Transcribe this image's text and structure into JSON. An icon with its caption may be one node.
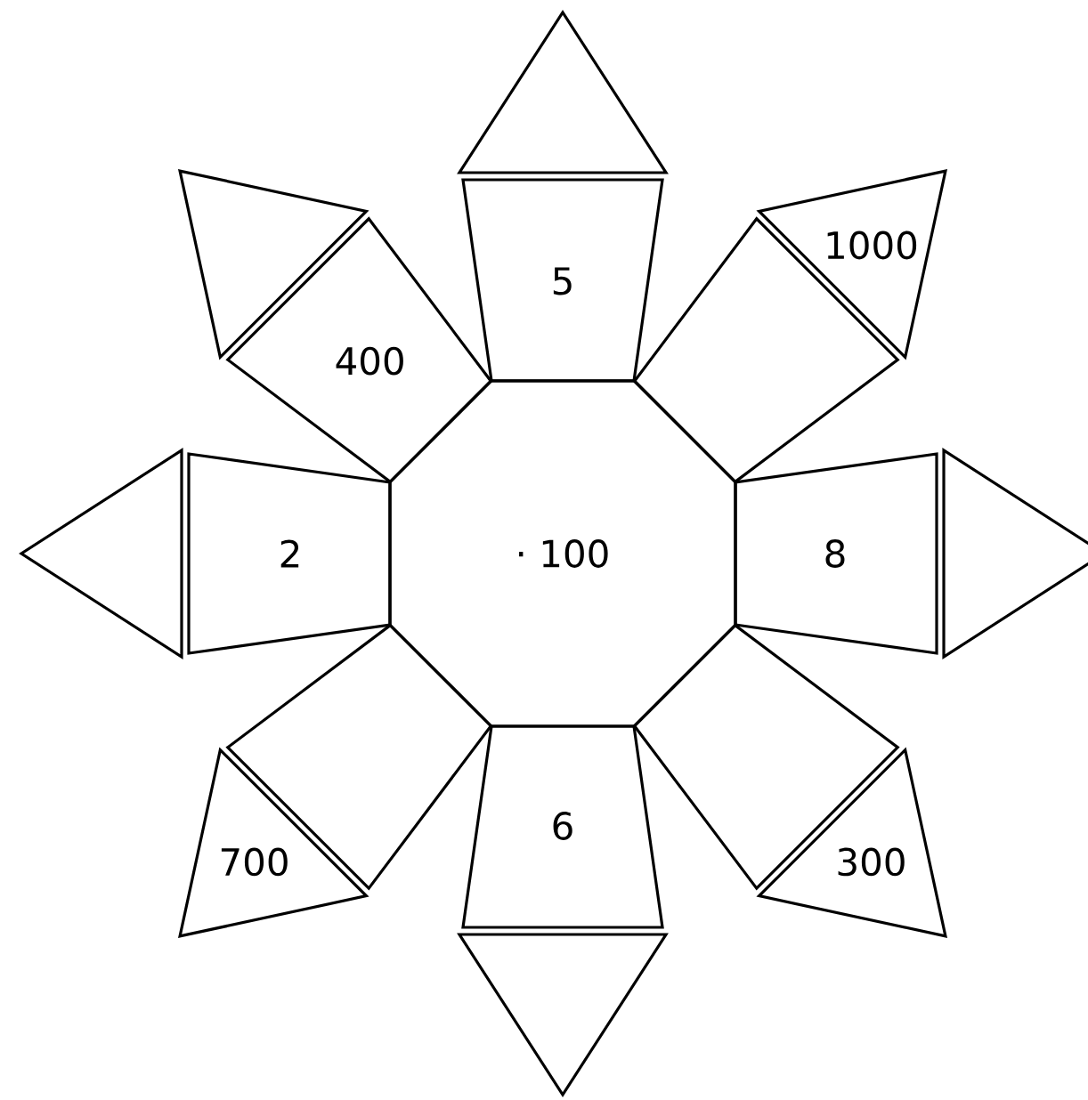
{
  "diagram": {
    "nodes": [
      {
        "text": [
          "· 100"
        ]
      },
      {
        "text": [
          "5"
        ]
      },
      {
        "text": [],
        "shape": "triangle"
      },
      {
        "text": [],
        "shape": "trapezoid"
      },
      {
        "text": [
          "1000"
        ]
      },
      {
        "text": [
          "8"
        ]
      },
      {
        "text": [],
        "shape": "triangle"
      },
      {
        "text": [],
        "shape": "trapezoid"
      },
      {
        "text": [
          "300"
        ]
      },
      {
        "text": [
          "6"
        ]
      },
      {
        "text": [],
        "shape": "triangle"
      },
      {
        "text": [],
        "shape": "trapezoid"
      },
      {
        "text": [
          "700"
        ]
      },
      {
        "text": [
          "2"
        ]
      },
      {
        "text": [],
        "shape": "triangle"
      },
      {
        "text": [
          "400"
        ]
      },
      {
        "text": [],
        "shape": "triangle"
      }
    ]
  }
}
